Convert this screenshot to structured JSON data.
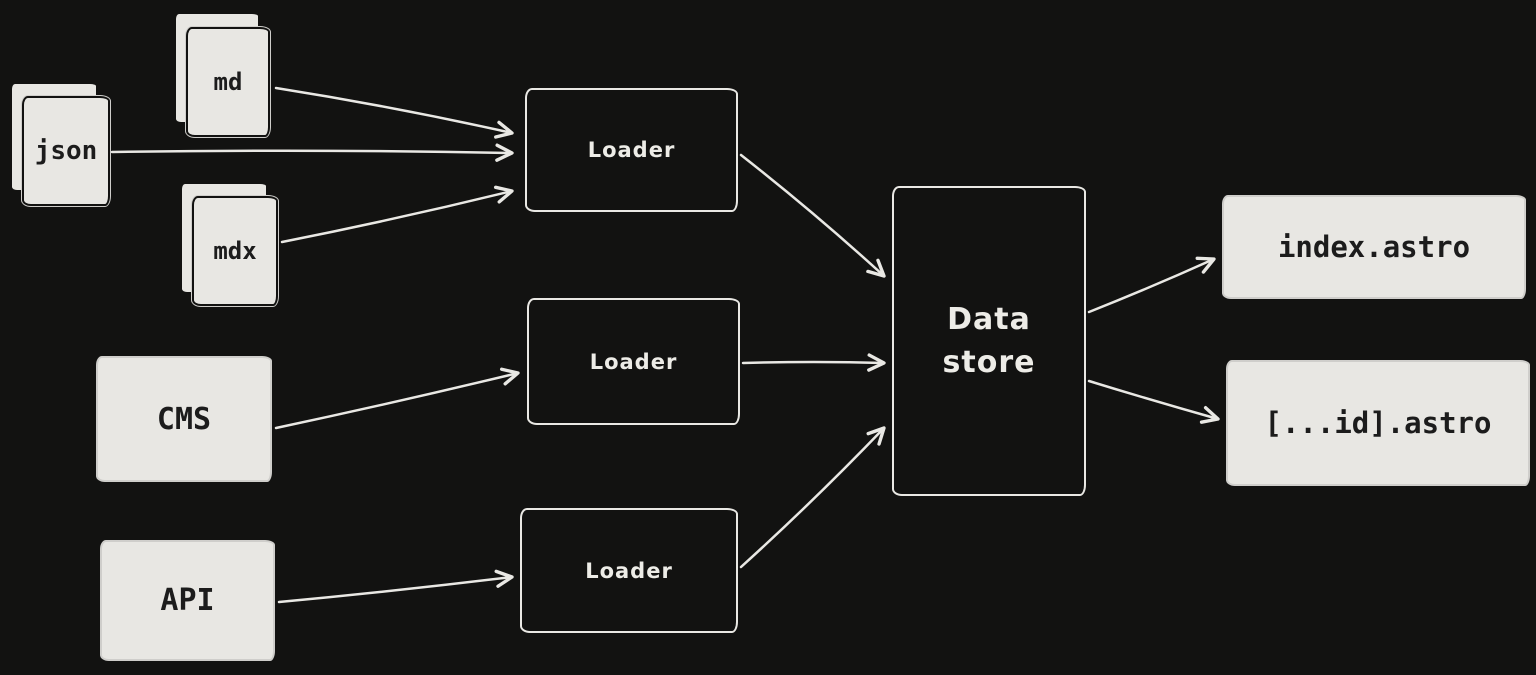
{
  "colors": {
    "background": "#121211",
    "stroke": "#e9e8e4",
    "card_fill": "#e8e7e3",
    "card_border": "#cfcecb",
    "dark_fill": "#121211",
    "light_text": "#edece7",
    "dark_text": "#1c1c1c"
  },
  "diagram": {
    "nodes": {
      "json": {
        "label": "json",
        "type": "document-stack"
      },
      "md": {
        "label": "md",
        "type": "document-stack"
      },
      "mdx": {
        "label": "mdx",
        "type": "document-stack"
      },
      "cms": {
        "label": "CMS",
        "type": "box"
      },
      "api": {
        "label": "API",
        "type": "box"
      },
      "loader1": {
        "label": "Loader",
        "type": "outlined-box"
      },
      "loader2": {
        "label": "Loader",
        "type": "outlined-box"
      },
      "loader3": {
        "label": "Loader",
        "type": "outlined-box"
      },
      "datastore": {
        "label": "Data store",
        "type": "outlined-box"
      },
      "index_astro": {
        "label": "index.astro",
        "type": "box"
      },
      "id_astro": {
        "label": "[...id].astro",
        "type": "box"
      }
    },
    "edges": [
      {
        "from": "md",
        "to": "loader1"
      },
      {
        "from": "json",
        "to": "loader1"
      },
      {
        "from": "mdx",
        "to": "loader1"
      },
      {
        "from": "cms",
        "to": "loader2"
      },
      {
        "from": "api",
        "to": "loader3"
      },
      {
        "from": "loader1",
        "to": "datastore"
      },
      {
        "from": "loader2",
        "to": "datastore"
      },
      {
        "from": "loader3",
        "to": "datastore"
      },
      {
        "from": "datastore",
        "to": "index_astro"
      },
      {
        "from": "datastore",
        "to": "id_astro"
      }
    ]
  }
}
